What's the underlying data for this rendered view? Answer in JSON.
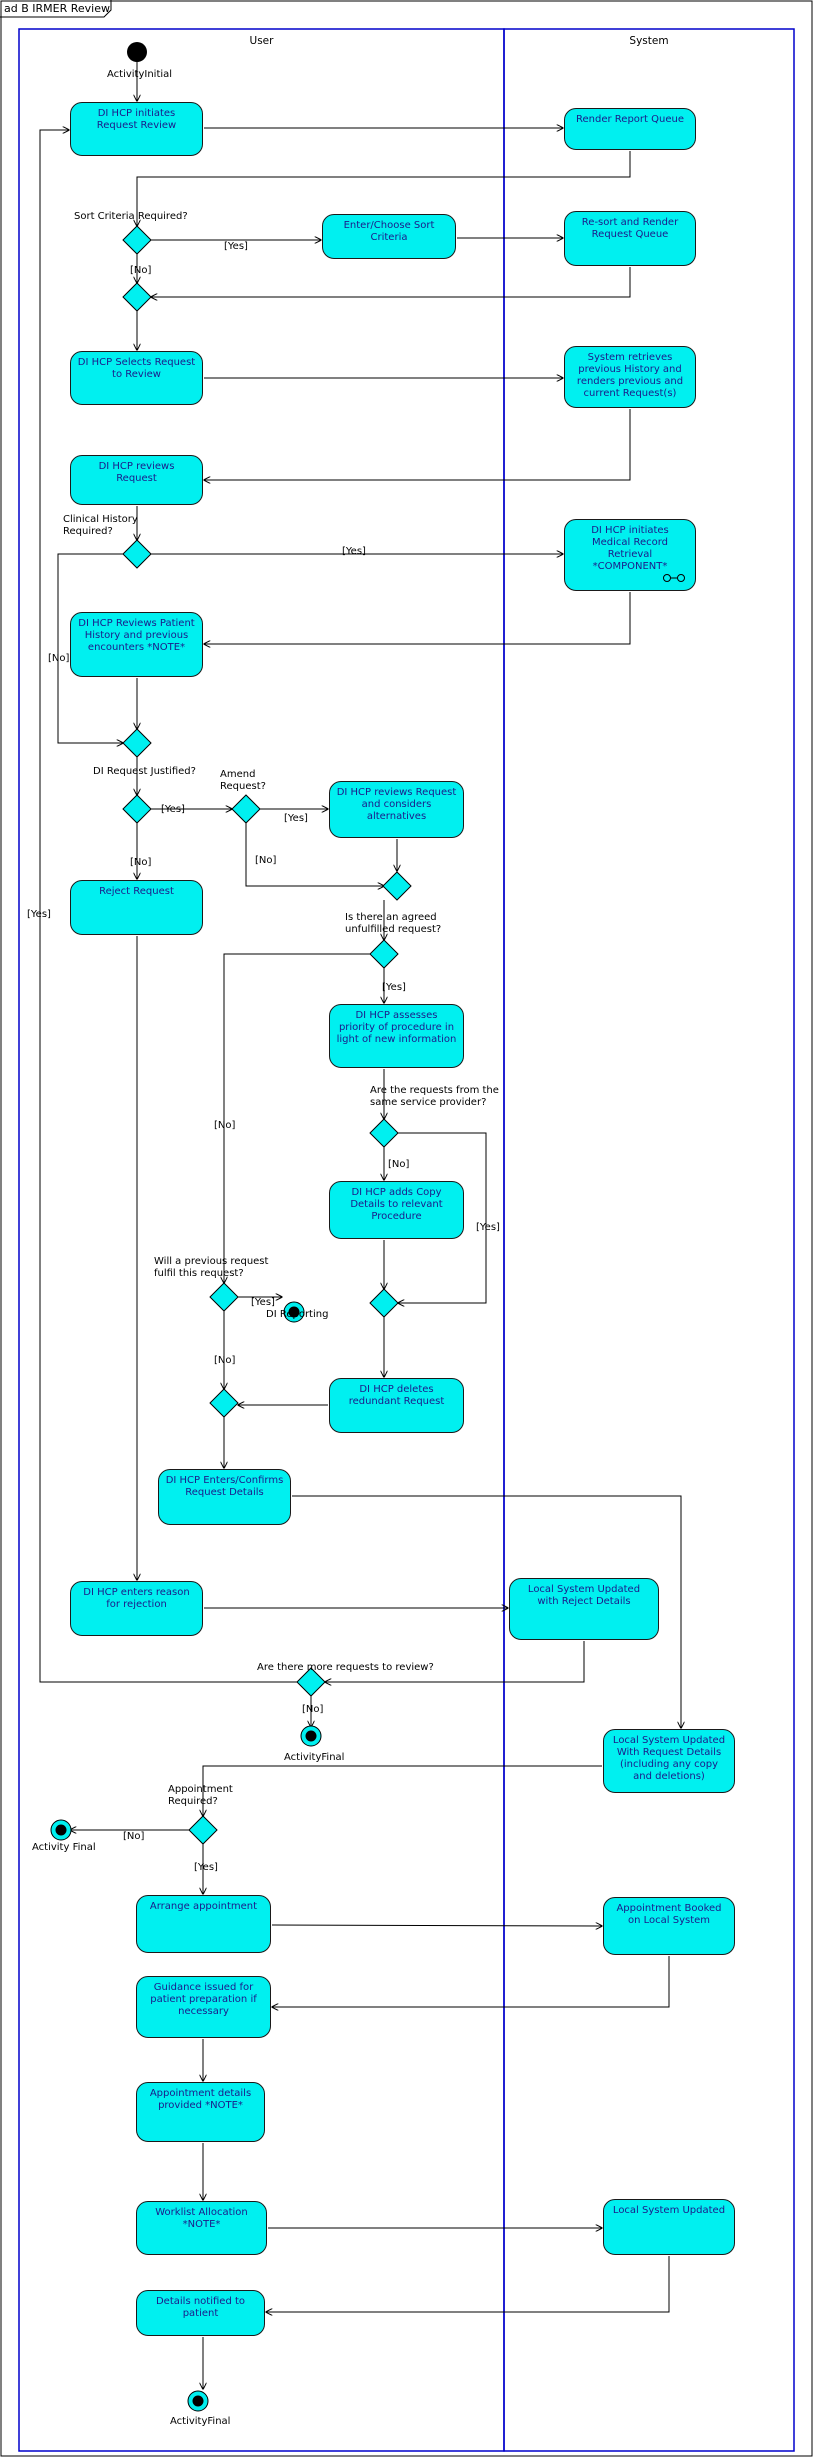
{
  "frame": {
    "title": "ad B IRMER Review"
  },
  "lanes": {
    "user": "User",
    "system": "System"
  },
  "nodes": {
    "initiates": "DI HCP initiates Request Review",
    "render_queue": "Render Report Queue",
    "sort_criteria": "Enter/Choose Sort Criteria",
    "resort": "Re-sort and Render Request Queue",
    "selects": "DI HCP Selects Request to Review",
    "retrieves": "System retrieves previous History and renders previous and current Request(s)",
    "reviews_request": "DI HCP reviews Request",
    "medical_record": "DI HCP initiates Medical Record Retrieval *COMPONENT*",
    "reviews_history": "DI HCP Reviews Patient History and previous encounters *NOTE*",
    "considers_alternatives": "DI HCP reviews Request and considers alternatives",
    "reject": "Reject Request",
    "assess_priority": "DI HCP assesses priority of procedure in light of new information",
    "copy_details": "DI HCP adds Copy Details to relevant Procedure",
    "delete_redundant": "DI HCP deletes redundant Request",
    "enters_confirms": "DI HCP Enters/Confirms Request Details",
    "reason_rejection": "DI HCP enters reason for rejection",
    "local_reject": "Local System Updated with Reject Details",
    "local_request": "Local System  Updated With Request Details (including any copy and deletions)",
    "arrange": "Arrange appointment",
    "appt_booked": "Appointment Booked on Local System",
    "guidance": "Guidance issued for patient preparation if necessary",
    "appt_details": "Appointment details provided *NOTE*",
    "worklist": "Worklist Allocation *NOTE*",
    "local_updated": "Local System Updated",
    "notified": "Details notified to patient"
  },
  "labels": {
    "activity_initial": "ActivityInitial",
    "sort_required": "Sort Criteria Required?",
    "yes": "[Yes]",
    "no": "[No]",
    "clinical_history": "Clinical History\nRequired?",
    "justified": "DI Request Justified?",
    "amend": "Amend\nRequest?",
    "agreed_unfulfilled": "Is there an agreed\nunfulfilled request?",
    "same_provider": "Are the requests from the\nsame service provider?",
    "previous_fulfil": "Will a previous request\nfulfil this request?",
    "di_reporting": "DI Reporting",
    "more_requests": "Are there more requests to review?",
    "activity_final": "ActivityFinal",
    "appointment_required": "Appointment\nRequired?",
    "activity_final_spaced": "Activity Final"
  }
}
